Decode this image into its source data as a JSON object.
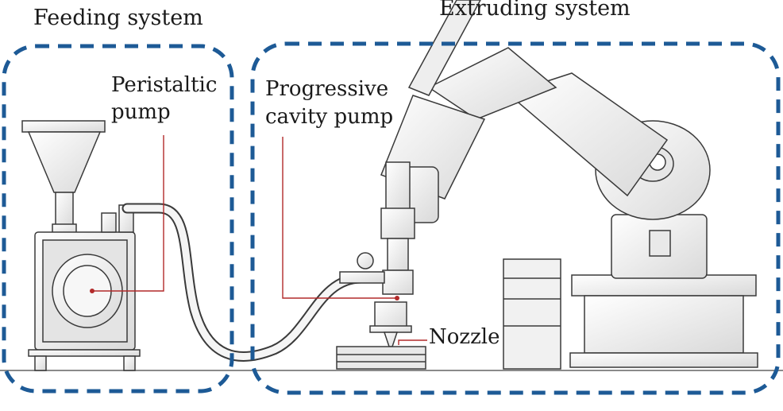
{
  "colors": {
    "group_border": "#1d5a96",
    "leader_line": "#b22a2a",
    "machine_fill": "#f1f1f1",
    "machine_stroke": "#3a3a3a",
    "ground": "#8a8a8a"
  },
  "groups": {
    "feeding": {
      "title": "Feeding system"
    },
    "extruding": {
      "title": "Extruding system"
    }
  },
  "labels": {
    "peristaltic_pump": [
      "Peristaltic",
      "pump"
    ],
    "progressive_cavity_pump": [
      "Progressive",
      "cavity pump"
    ],
    "nozzle": "Nozzle"
  },
  "icons": [
    "hopper",
    "peristaltic-pump",
    "hose",
    "robot-arm",
    "progressive-cavity-pump",
    "nozzle",
    "print-bed",
    "pedestal-block"
  ]
}
